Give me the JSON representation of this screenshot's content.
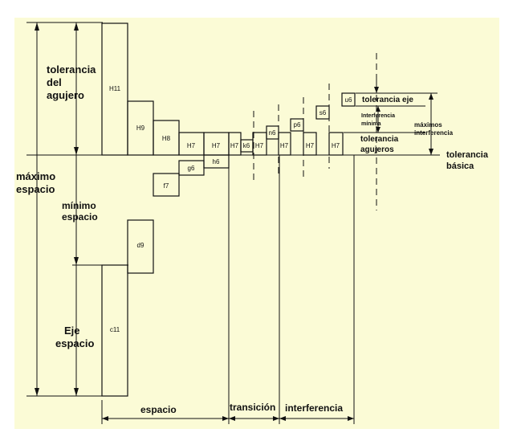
{
  "colors": {
    "background": "#fbfbd6",
    "ink": "#111111",
    "page": "#ffffff"
  },
  "left_labels": {
    "hole_tolerance": [
      "tolerancia",
      "del",
      "agujero"
    ],
    "max_clearance": [
      "máximo",
      "espacio"
    ],
    "min_clearance": [
      "mínimo",
      "espacio"
    ],
    "shaft_clearance": [
      "Eje",
      "espacio"
    ]
  },
  "right_labels": {
    "shaft_tolerance": "tolerancia eje",
    "min_interference": [
      "Interferencia",
      "mínima"
    ],
    "max_interference": [
      "máximos",
      "interferencia"
    ],
    "hole_tolerances": [
      "tolerancia",
      "agujeros"
    ],
    "basic_tolerance": [
      "tolerancia",
      "básica"
    ]
  },
  "bottom_labels": {
    "clearance": "espacio",
    "transition": "transición",
    "interference": "interferencia"
  },
  "fits": {
    "H11": "H11",
    "H9": "H9",
    "H8": "H8",
    "H7_a": "H7",
    "H7_b": "H7",
    "H7_c": "H7",
    "H7_d": "H7",
    "H7_e": "H7",
    "H7_f": "H7",
    "H7_g": "H7",
    "c11": "c11",
    "d9": "d9",
    "f7": "f7",
    "g6": "g6",
    "h6": "h6",
    "k6": "k6",
    "n6": "n6",
    "p6": "p6",
    "s6": "s6",
    "u6": "u6"
  }
}
